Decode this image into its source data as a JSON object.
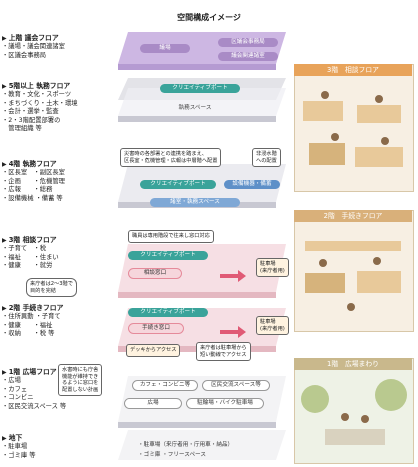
{
  "title": "空間構成イメージ",
  "floors": [
    {
      "heading": "上階 議会フロア",
      "lines": [
        "・議場・議会関連諸室",
        "・区議会事務局"
      ]
    },
    {
      "heading": "5階以上 執務フロア",
      "lines": [
        "・教育・文化・スポーツ",
        "・まちづくり・土木・環境",
        "・会計・選挙・監査",
        "・2・3階配置部署の",
        "　管理組織 等"
      ]
    },
    {
      "heading": "4階 執務フロア",
      "lines": [
        "・区長室　・副区長室",
        "・企画　　・危機管理",
        "・広報　　・総務",
        "・設備機械 ・備蓄 等"
      ]
    },
    {
      "heading": "3階 相談フロア",
      "lines": [
        "・子育て　・税",
        "・福祉　　・住まい",
        "・健康　　・就労"
      ]
    },
    {
      "heading": "2階 手続きフロア",
      "lines": [
        "・住所異動 ・子育て",
        "・健康　　・福祉",
        "・収納　　・税 等"
      ]
    },
    {
      "heading": "1階 広場フロア",
      "lines": [
        "・広場",
        "・カフェ",
        "・コンビニ",
        "・区民交流スペース 等"
      ]
    },
    {
      "heading": "地下",
      "lines": [
        "・駐車場",
        "・ゴミ庫 等"
      ]
    }
  ],
  "slab_labels": {
    "l1_gikai": "議場",
    "l1_jimukyoku": "区議会事務局",
    "l1_kanren": "議会関連諸室",
    "l2_creative": "クリエイティブポート",
    "l2_shitsumu": "執務スペース",
    "l3_creative": "クリエイティブポート",
    "l3_setsubi": "設備機器・備蓄",
    "l3_shoshitsu": "諸室・執務スペース",
    "l4_creative": "クリエイティブポート",
    "l4_madoguchi": "相談窓口",
    "l5_creative": "クリエイティブポート",
    "l5_madoguchi": "手続き窓口",
    "l6_cafe": "カフェ・コンビニ等",
    "l6_koryu": "区民交流スペース等",
    "l6_hiroba": "広場",
    "l6_bike": "駐輪場・バイク駐車場",
    "l7_parking": "・駐車場（来庁者用・庁用車・納品）",
    "l7_gomi": "・ゴミ庫 ・フリースペース"
  },
  "callouts": {
    "c_saigai": "災害時の各部署との連携を踏まえ、\n区長室・危機管理・広報は中層階へ配置",
    "c_hishin": "非浸水階\nへの配置",
    "c_shokuin": "職員は専用階段で往来し窓口対応",
    "c_raicho": "来庁者は2～3階で\n目的を完結",
    "c_parking3": "駐車場\n(来庁者用)",
    "c_parking2": "駐車場\n(来庁者用)",
    "c_deck": "デッキからアクセス",
    "c_short": "来庁者は駐車場から\n短い動線でアクセス",
    "c_suigai": "水害時にも庁舎\n機能が維持でき\nるように窓口を\n配置しない計画"
  },
  "panels": {
    "p3": "3階　相談フロア",
    "p2": "2階　手続きフロア",
    "p1": "1階　広場まわり"
  },
  "colors": {
    "purple": "#a98bc6",
    "teal": "#3aa39a",
    "pink": "#e58a9a",
    "orange": "#e8a35a",
    "panel_bg": "#d9b07a"
  }
}
